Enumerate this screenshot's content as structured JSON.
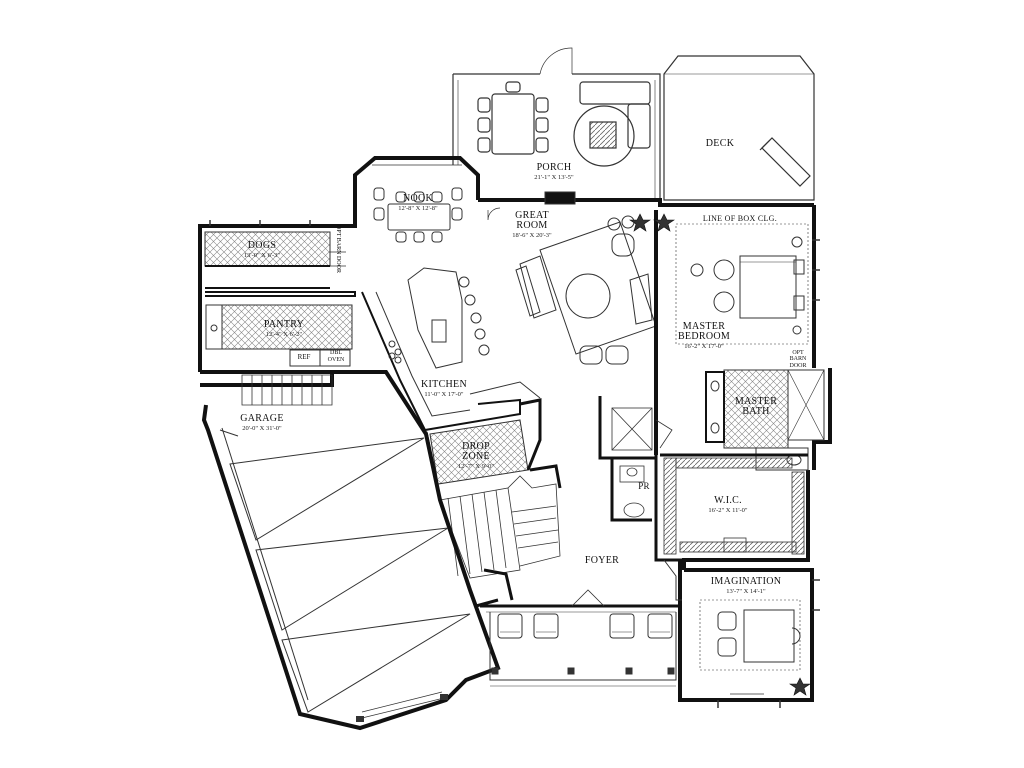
{
  "rooms": {
    "porch": {
      "name": "PORCH",
      "dim": "21'-1\" X 13'-5\""
    },
    "deck": {
      "name": "DECK"
    },
    "nook": {
      "name": "NOOK",
      "dim": "12'-8\" X 12'-8\""
    },
    "great_room": {
      "name1": "GREAT",
      "name2": "ROOM",
      "dim": "18'-6\" X 20'-3\""
    },
    "line_box": {
      "name": "LINE OF BOX CLG."
    },
    "dogs": {
      "name": "DOGS",
      "dim": "13'-0\" X 6'-3\""
    },
    "opt_barn_1": {
      "l1": "OPT",
      "l2": "BARN",
      "l3": "DOOR"
    },
    "pantry": {
      "name": "PANTRY",
      "dim": "12'-4\" X 6'-2\""
    },
    "ref": {
      "name": "REF"
    },
    "dbl_oven": {
      "l1": "DBL",
      "l2": "OVEN"
    },
    "kitchen": {
      "name": "KITCHEN",
      "dim": "11'-0\" X 17'-0\""
    },
    "master_bedroom": {
      "name1": "MASTER",
      "name2": "BEDROOM",
      "dim": "16'-2\" X 17'-0\""
    },
    "opt_barn_2": {
      "l1": "OPT",
      "l2": "BARN",
      "l3": "DOOR"
    },
    "master_bath": {
      "name1": "MASTER",
      "name2": "BATH"
    },
    "garage": {
      "name": "GARAGE",
      "dim": "20'-0\" X 31'-0\""
    },
    "drop_zone": {
      "name1": "DROP",
      "name2": "ZONE",
      "dim": "12'-7\" X 9'-0\""
    },
    "pr": {
      "name": "PR"
    },
    "wic": {
      "name": "W.I.C.",
      "dim": "16'-2\" X 11'-0\""
    },
    "foyer": {
      "name": "FOYER"
    },
    "imagination": {
      "name": "IMAGINATION",
      "dim": "13'-7\" X 14'-1\""
    }
  },
  "colors": {
    "wall": "#111111",
    "line": "#333333",
    "hatch": "#777777"
  }
}
